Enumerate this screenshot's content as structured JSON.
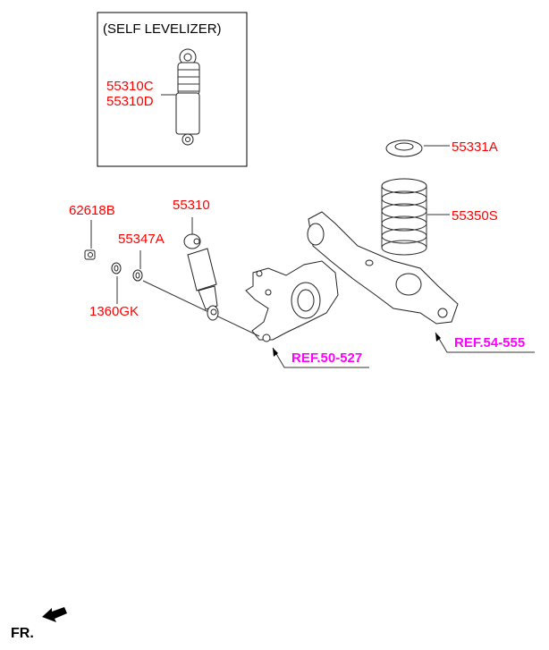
{
  "inset": {
    "title": "(SELF LEVELIZER)",
    "labels": [
      "55310C",
      "55310D"
    ]
  },
  "parts": {
    "spring_pad": "55331A",
    "spring": "55350S",
    "nut": "62618B",
    "shock": "55310",
    "washer_a": "55347A",
    "washer_b": "1360GK"
  },
  "refs": {
    "knuckle": "REF.50-527",
    "arm": "REF.54-555"
  },
  "colors": {
    "part_label": "#ff0000",
    "ref_label": "#ff00ff"
  },
  "direction": {
    "label": "FR."
  }
}
